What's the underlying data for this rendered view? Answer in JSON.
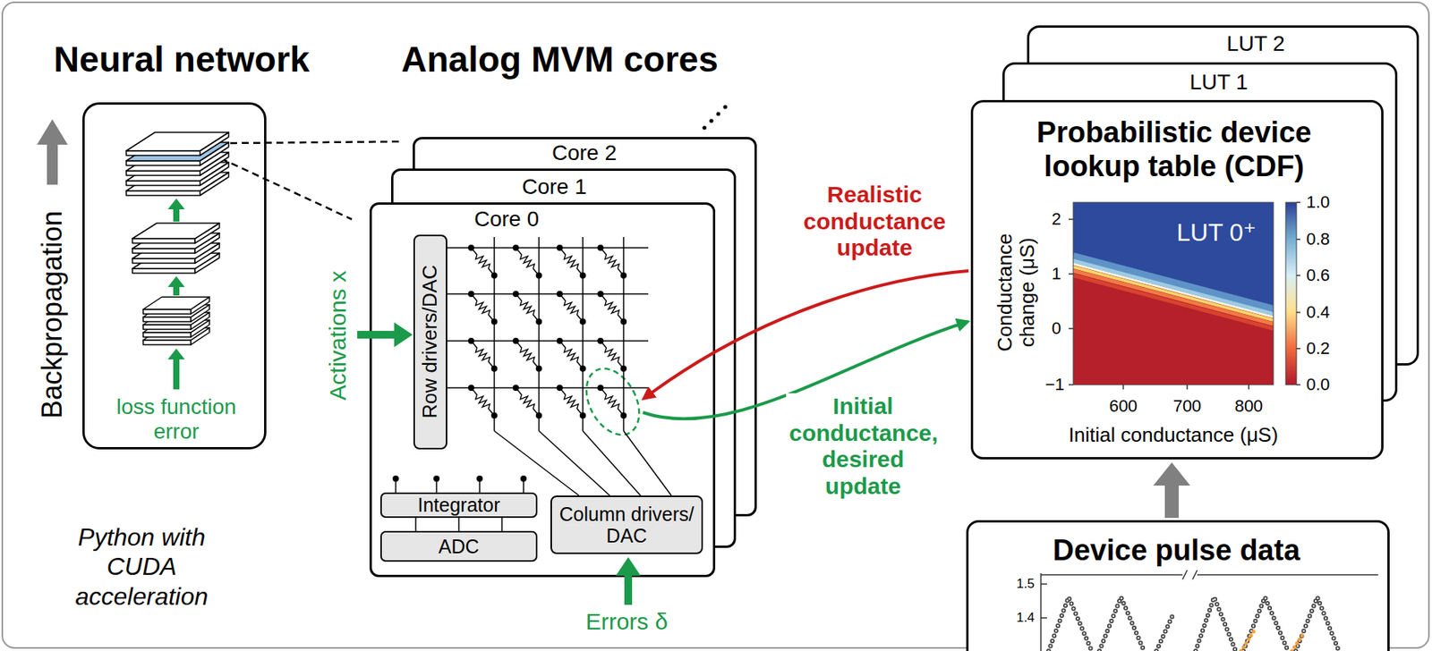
{
  "diagram": {
    "nodes": [
      {
        "text": [
          "Neural network",
          "loss function error"
        ]
      },
      {
        "text": [
          "Core 2"
        ]
      },
      {
        "text": [
          "Core 1"
        ]
      },
      {
        "text": [
          "Core 0"
        ]
      },
      {
        "text": [
          "Row drivers/DAC"
        ],
        "in": 3
      },
      {
        "text": [
          "Integrator"
        ],
        "in": 3
      },
      {
        "text": [
          "ADC"
        ],
        "in": 3
      },
      {
        "text": [
          "Column drivers/ DAC"
        ],
        "in": 3
      },
      {
        "text": [
          "LUT 2"
        ]
      },
      {
        "text": [
          "LUT 1"
        ]
      },
      {
        "text": [
          "Probabilistic device lookup table (CDF)"
        ]
      },
      {
        "text": [
          "Device pulse data"
        ]
      }
    ],
    "edges": [
      {
        "from": 3,
        "to": 10,
        "arrow": "to",
        "label": "Initial conductance, desired update"
      },
      {
        "from": 10,
        "to": 3,
        "arrow": "to",
        "label": "Realistic conductance update"
      },
      {
        "from": 11,
        "to": 10,
        "arrow": "to"
      }
    ],
    "labels": [
      "Analog MVM cores",
      "Backpropagation",
      "Python with CUDA acceleration",
      "Activations x",
      "Errors δ",
      "LUT 0⁺",
      "Conductance change (μS)",
      "Initial conductance (μS)",
      "2",
      "1",
      "0",
      "−1",
      "600",
      "700",
      "800",
      "1.0",
      "0.8",
      "0.6",
      "0.4",
      "0.2",
      "0.0",
      "1.5",
      "1.4"
    ]
  }
}
